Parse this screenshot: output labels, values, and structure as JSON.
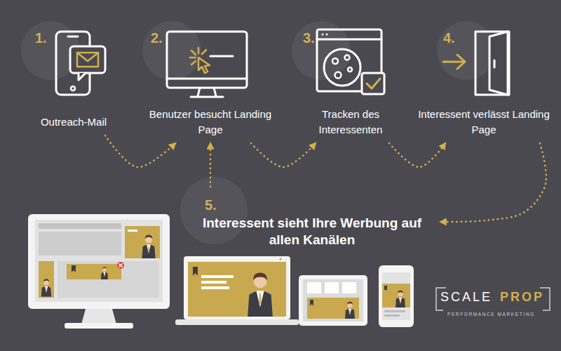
{
  "diagram": {
    "nodes": [
      {
        "text": [
          "1.",
          "Outreach-Mail"
        ]
      },
      {
        "text": [
          "2.",
          "Benutzer besucht Landing Page"
        ]
      },
      {
        "text": [
          "3.",
          "Tracken des Interessenten"
        ]
      },
      {
        "text": [
          "4.",
          "Interessent verlässt Landing Page"
        ]
      },
      {
        "text": [
          "5.",
          "Interessent sieht Ihre Werbung auf allen Kanälen"
        ]
      }
    ],
    "edges": [
      {
        "from": 0,
        "to": 1,
        "arrow": "to"
      },
      {
        "from": 1,
        "to": 2,
        "arrow": "to"
      },
      {
        "from": 2,
        "to": 3,
        "arrow": "to"
      },
      {
        "from": 3,
        "to": 4,
        "arrow": "to"
      },
      {
        "from": 4,
        "to": 1,
        "arrow": "to"
      }
    ],
    "labels": [
      "SCALE",
      "PROP",
      "PERFORMANCE MARKETING"
    ]
  }
}
